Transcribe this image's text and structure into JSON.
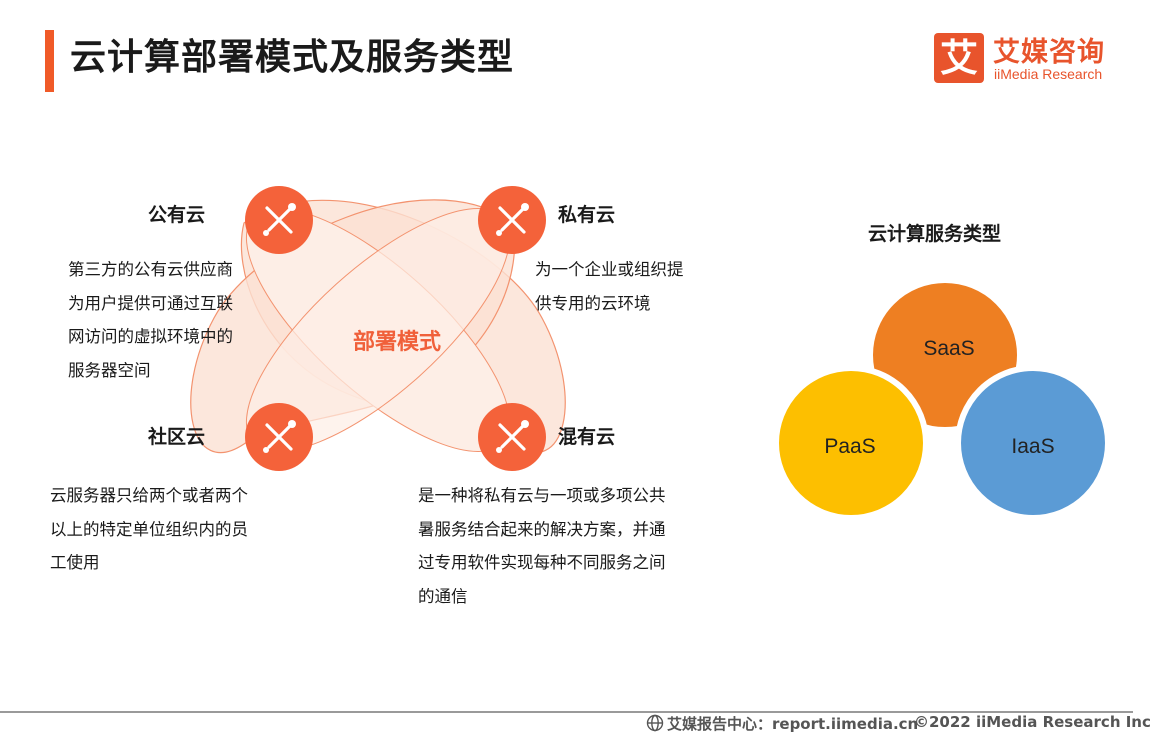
{
  "page": {
    "title": "云计算部署模式及服务类型"
  },
  "logo": {
    "mark": "艾",
    "name_cn": "艾媒咨询",
    "name_en": "iiMedia Research"
  },
  "deployment": {
    "center_label": "部署模式",
    "nodes": [
      {
        "id": "public",
        "title": "公有云",
        "icon": "tools-icon",
        "desc": [
          "第三方的公有云供应商",
          "为用户提供可通过互联",
          "网访问的虚拟环境中的",
          "服务器空间"
        ]
      },
      {
        "id": "private",
        "title": "私有云",
        "icon": "tools-icon",
        "desc": [
          "为一个企业或组织提",
          "供专用的云环境"
        ]
      },
      {
        "id": "community",
        "title": "社区云",
        "icon": "tools-icon",
        "desc": [
          "云服务器只给两个或者两个",
          "以上的特定单位组织内的员",
          "工使用"
        ]
      },
      {
        "id": "hybrid",
        "title": "混有云",
        "icon": "tools-icon",
        "desc": [
          "是一种将私有云与一项或多项公共",
          "暑服务结合起来的解决方案，并通",
          "过专用软件实现每种不同服务之间",
          "的通信"
        ]
      }
    ]
  },
  "services": {
    "title": "云计算服务类型",
    "items": [
      {
        "label": "SaaS",
        "color": "#ee7f22"
      },
      {
        "label": "PaaS",
        "color": "#fdbf00"
      },
      {
        "label": "IaaS",
        "color": "#5b9bd5"
      }
    ]
  },
  "colors": {
    "accent": "#f05a28",
    "node": "#f4623a",
    "ring_fill": "#fbe1d3",
    "ring_stroke": "#f3936f"
  },
  "footer": {
    "source": "艾媒报告中心：report.iimedia.cn",
    "copyright": "©2022 iiMedia Research Inc"
  }
}
